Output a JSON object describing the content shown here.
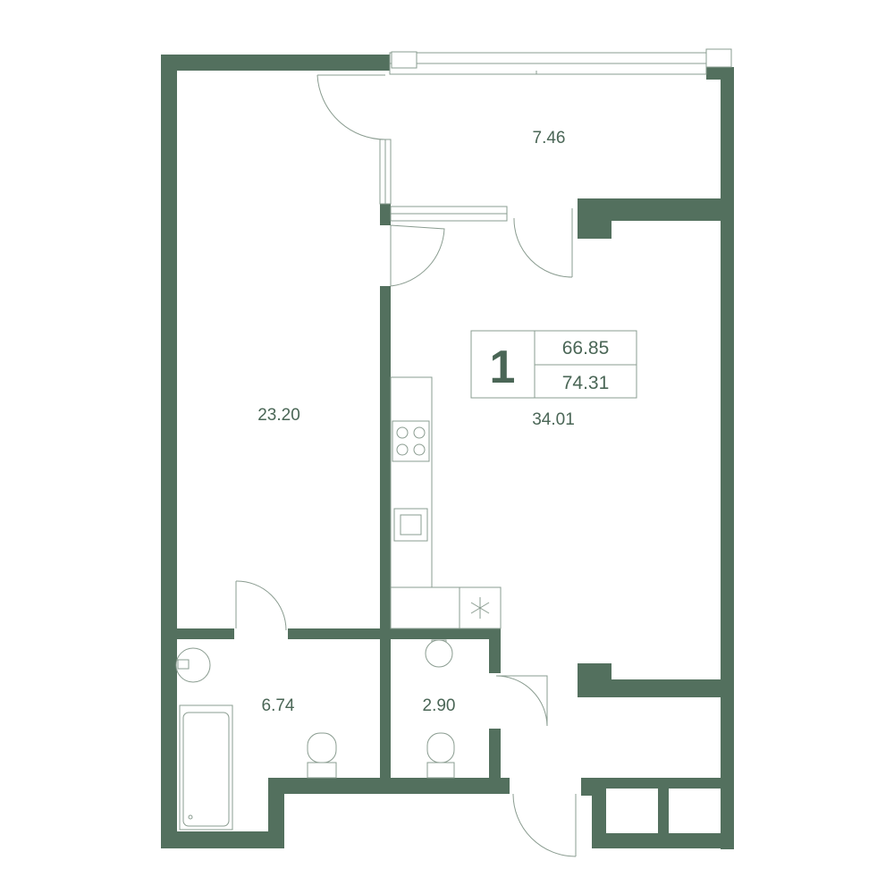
{
  "colors": {
    "wall": "#53705e",
    "thin_line": "#8a9c90",
    "label": "#4a6656",
    "background": "#ffffff"
  },
  "badge": {
    "rooms": "1",
    "living_area": "66.85",
    "total_area": "74.31"
  },
  "rooms": {
    "balcony": "7.46",
    "bedroom": "23.20",
    "kitchen_living": "34.01",
    "bathroom": "6.74",
    "toilet": "2.90"
  }
}
